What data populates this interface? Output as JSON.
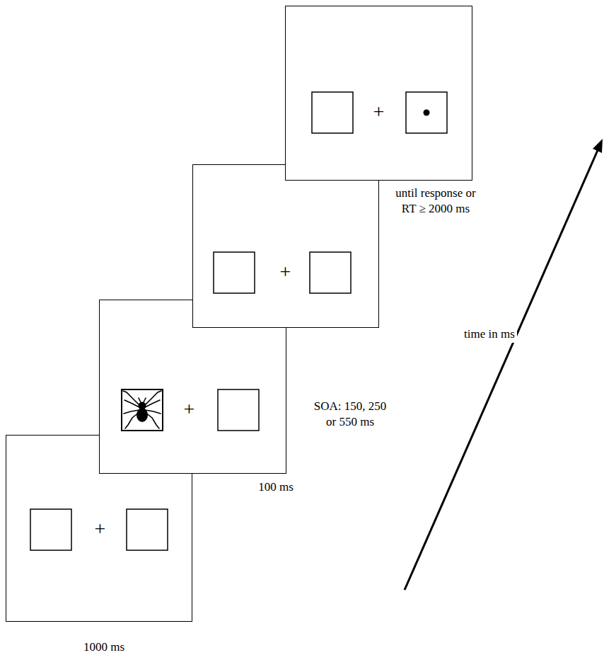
{
  "diagram": {
    "nodes": [
      {
        "text": [
          "+"
        ]
      },
      {
        "text": [
          "+"
        ]
      },
      {
        "text": [
          "+"
        ]
      },
      {
        "text": [
          "+"
        ]
      }
    ],
    "labels": [
      "1000 ms",
      "100 ms",
      "SOA: 150, 250 or 550 ms",
      "until response or RT ≥ 2000 ms",
      "time in ms"
    ]
  }
}
